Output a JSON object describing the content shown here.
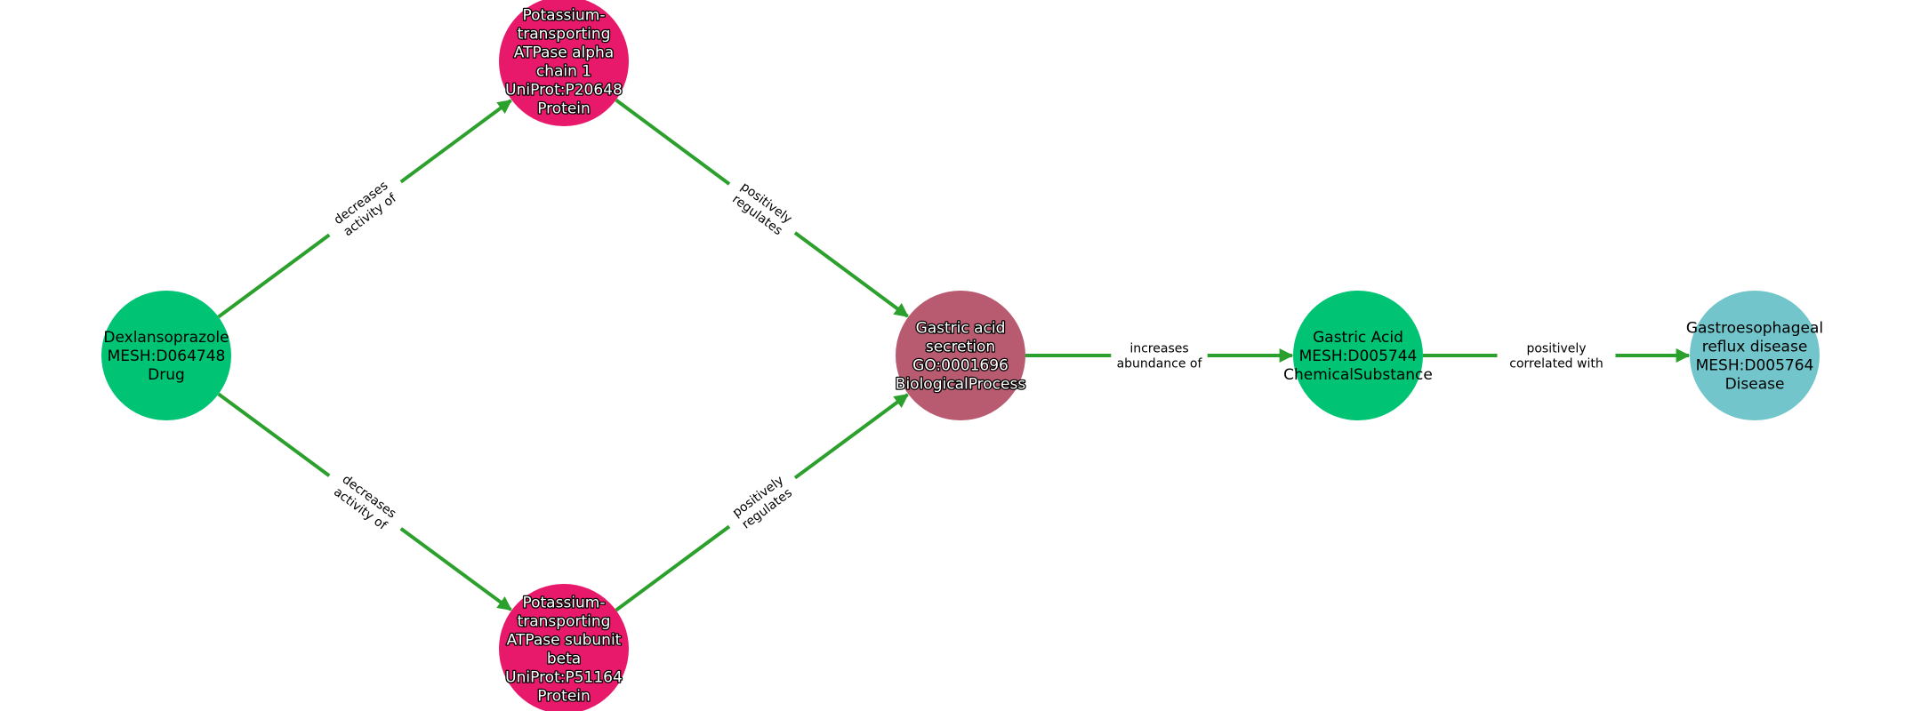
{
  "colors": {
    "edge": "#2ca02c",
    "drug": "#00c373",
    "protein": "#e8196a",
    "process": "#b85a70",
    "chemical": "#00c373",
    "disease": "#72c6cb"
  },
  "nodes": [
    {
      "id": "dex",
      "lines": [
        "Dexlansoprazole",
        "MESH:D064748",
        "Drug"
      ],
      "color": "#00c373",
      "outlined": false
    },
    {
      "id": "atp_alpha",
      "lines": [
        "Potassium-",
        "transporting",
        "ATPase alpha",
        "chain 1",
        "UniProt:P20648",
        "Protein"
      ],
      "color": "#e8196a",
      "outlined": true
    },
    {
      "id": "atp_beta",
      "lines": [
        "Potassium-",
        "transporting",
        "ATPase subunit",
        "beta",
        "UniProt:P51164",
        "Protein"
      ],
      "color": "#e8196a",
      "outlined": true
    },
    {
      "id": "secretion",
      "lines": [
        "Gastric acid",
        "secretion",
        "GO:0001696",
        "BiologicalProcess"
      ],
      "color": "#b85a70",
      "outlined": true
    },
    {
      "id": "acid",
      "lines": [
        "Gastric Acid",
        "MESH:D005744",
        "ChemicalSubstance"
      ],
      "color": "#00c373",
      "outlined": false
    },
    {
      "id": "gerd",
      "lines": [
        "Gastroesophageal",
        "reflux disease",
        "MESH:D005764",
        "Disease"
      ],
      "color": "#72c6cb",
      "outlined": false
    }
  ],
  "edges": [
    {
      "from": "dex",
      "to": "atp_alpha",
      "lines": [
        "decreases",
        "activity of"
      ]
    },
    {
      "from": "dex",
      "to": "atp_beta",
      "lines": [
        "decreases",
        "activity of"
      ]
    },
    {
      "from": "atp_alpha",
      "to": "secretion",
      "lines": [
        "positively",
        "regulates"
      ]
    },
    {
      "from": "atp_beta",
      "to": "secretion",
      "lines": [
        "positively",
        "regulates"
      ]
    },
    {
      "from": "secretion",
      "to": "acid",
      "lines": [
        "increases",
        "abundance of"
      ]
    },
    {
      "from": "acid",
      "to": "gerd",
      "lines": [
        "positively",
        "correlated with"
      ]
    }
  ]
}
